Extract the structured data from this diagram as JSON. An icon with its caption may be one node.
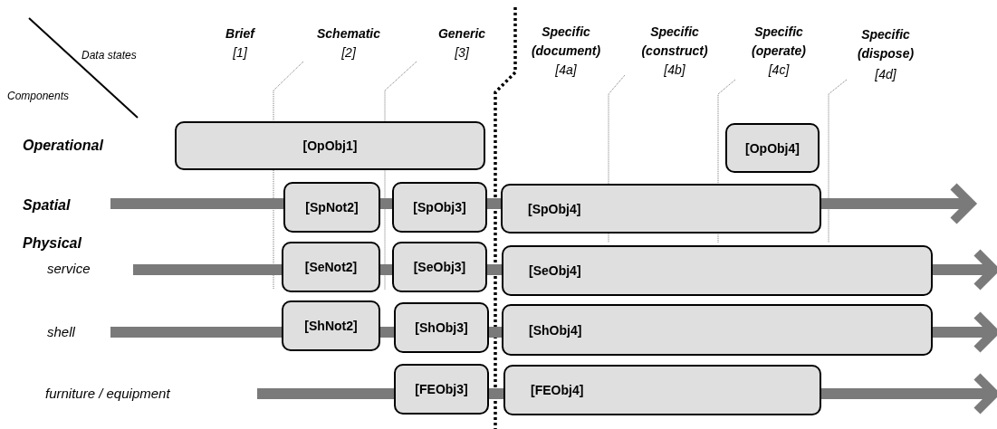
{
  "diagram": {
    "nodes": [
      {
        "text": [
          "[OpObj1]"
        ]
      },
      {
        "text": [
          "[OpObj4]"
        ]
      },
      {
        "text": [
          "[SpNot2]"
        ]
      },
      {
        "text": [
          "[SpObj3]"
        ]
      },
      {
        "text": [
          "[SpObj4]"
        ]
      },
      {
        "text": [
          "[SeNot2]"
        ]
      },
      {
        "text": [
          "[SeObj3]"
        ]
      },
      {
        "text": [
          "[SeObj4]"
        ]
      },
      {
        "text": [
          "[ShNot2]"
        ]
      },
      {
        "text": [
          "[ShObj3]"
        ]
      },
      {
        "text": [
          "[ShObj4]"
        ]
      },
      {
        "text": [
          "[FEObj3]"
        ]
      },
      {
        "text": [
          "[FEObj4]"
        ]
      }
    ],
    "edges": [
      {
        "from": null,
        "to": 2,
        "arrow": "none"
      },
      {
        "from": 2,
        "to": 3,
        "arrow": "none"
      },
      {
        "from": 3,
        "to": 4,
        "arrow": "none"
      },
      {
        "from": 4,
        "to": null,
        "arrow": "to"
      },
      {
        "from": null,
        "to": 5,
        "arrow": "none"
      },
      {
        "from": 5,
        "to": 6,
        "arrow": "none"
      },
      {
        "from": 6,
        "to": 7,
        "arrow": "none"
      },
      {
        "from": 7,
        "to": null,
        "arrow": "to"
      },
      {
        "from": null,
        "to": 8,
        "arrow": "none"
      },
      {
        "from": 8,
        "to": 9,
        "arrow": "none"
      },
      {
        "from": 9,
        "to": 10,
        "arrow": "none"
      },
      {
        "from": 10,
        "to": null,
        "arrow": "to"
      },
      {
        "from": null,
        "to": 11,
        "arrow": "none"
      },
      {
        "from": 11,
        "to": 12,
        "arrow": "none"
      },
      {
        "from": 12,
        "to": null,
        "arrow": "to"
      }
    ],
    "labels": [
      "Brief",
      "[1]",
      "Schematic",
      "[2]",
      "Generic",
      "[3]",
      "Specific (document)",
      "[4a]",
      "Specific (construct)",
      "[4b]",
      "Specific (operate)",
      "[4c]",
      "Specific (dispose)",
      "[4d]",
      "Data states",
      "Components",
      "Operational",
      "Spatial",
      "Physical",
      "service",
      "shell",
      "furniture / equipment"
    ]
  }
}
